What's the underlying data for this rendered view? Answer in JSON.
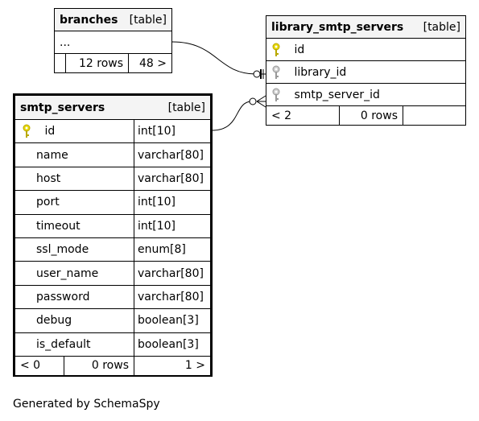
{
  "tables": {
    "branches": {
      "name": "branches",
      "type": "[table]",
      "ellipsis": "...",
      "footer": {
        "left": "",
        "rows": "12 rows",
        "right": "48 >"
      }
    },
    "library_smtp_servers": {
      "name": "library_smtp_servers",
      "type": "[table]",
      "columns": [
        {
          "name": "id",
          "key": "primary-key-icon",
          "key_color": "#e8d800"
        },
        {
          "name": "library_id",
          "key": "foreign-key-icon",
          "key_color": "#bbbbbb"
        },
        {
          "name": "smtp_server_id",
          "key": "foreign-key-icon",
          "key_color": "#bbbbbb"
        }
      ],
      "footer": {
        "left": "< 2",
        "rows": "0 rows",
        "right": ""
      }
    },
    "smtp_servers": {
      "name": "smtp_servers",
      "type": "[table]",
      "columns": [
        {
          "name": "id",
          "type": "int[10]",
          "key": "primary-key-icon",
          "key_color": "#e8d800"
        },
        {
          "name": "name",
          "type": "varchar[80]"
        },
        {
          "name": "host",
          "type": "varchar[80]"
        },
        {
          "name": "port",
          "type": "int[10]"
        },
        {
          "name": "timeout",
          "type": "int[10]"
        },
        {
          "name": "ssl_mode",
          "type": "enum[8]"
        },
        {
          "name": "user_name",
          "type": "varchar[80]"
        },
        {
          "name": "password",
          "type": "varchar[80]"
        },
        {
          "name": "debug",
          "type": "boolean[3]"
        },
        {
          "name": "is_default",
          "type": "boolean[3]"
        }
      ],
      "footer": {
        "left": "< 0",
        "rows": "0 rows",
        "right": "1 >"
      }
    }
  },
  "footer_text": "Generated by SchemaSpy"
}
